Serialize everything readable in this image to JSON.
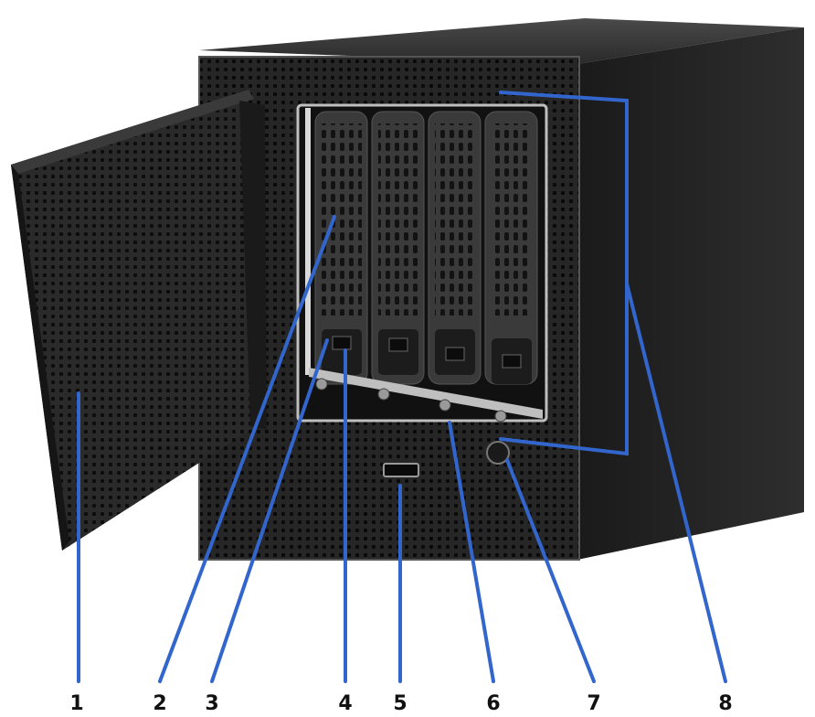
{
  "colors": {
    "leader": "#3366cc",
    "chassis_front": "#2b2b2b",
    "chassis_side": "#1c1c1c",
    "chassis_top": "#3a3a3a",
    "door": "#1f1f1f",
    "tray": "#3c3c3c",
    "metal": "#bfbfbf"
  },
  "callouts": [
    {
      "id": "1",
      "label": "1"
    },
    {
      "id": "2",
      "label": "2"
    },
    {
      "id": "3",
      "label": "3"
    },
    {
      "id": "4",
      "label": "4"
    },
    {
      "id": "5",
      "label": "5"
    },
    {
      "id": "6",
      "label": "6"
    },
    {
      "id": "7",
      "label": "7"
    },
    {
      "id": "8",
      "label": "8"
    }
  ]
}
